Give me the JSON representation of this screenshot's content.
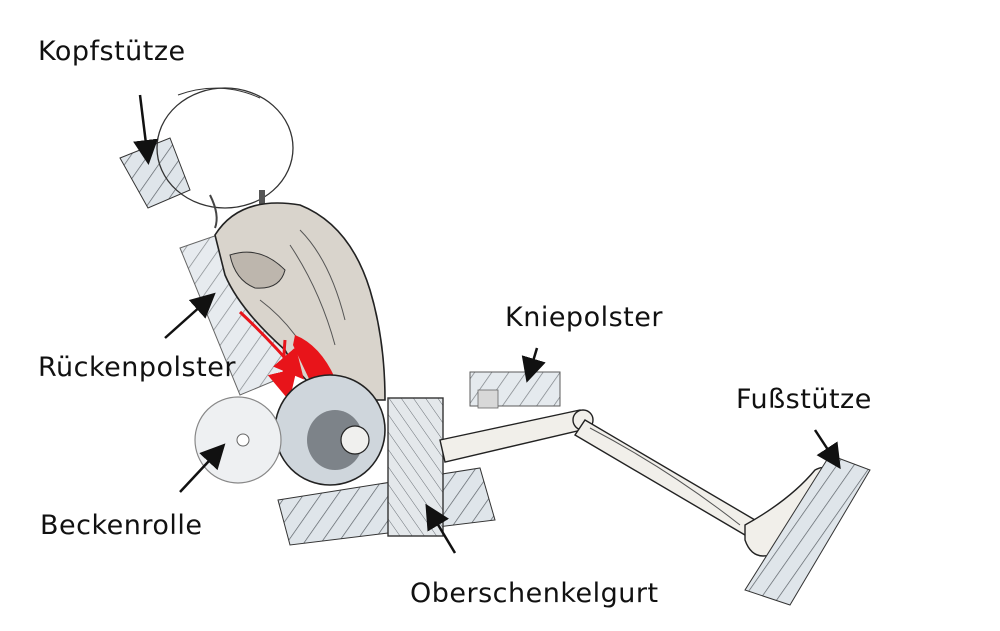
{
  "labels": {
    "head": "Kopfstütze",
    "back": "Rückenpolster",
    "pelvis": "Beckenrolle",
    "knee": "Kniepolster",
    "foot": "Fußstütze",
    "thigh": "Oberschenkelgurt"
  },
  "colors": {
    "line": "#111111",
    "pad_fill": "#dde3e8",
    "hatch": "#4a4f55",
    "muscle": "#d8d3cc",
    "highlight": "#e8141a",
    "bone": "#f2f0ea"
  }
}
